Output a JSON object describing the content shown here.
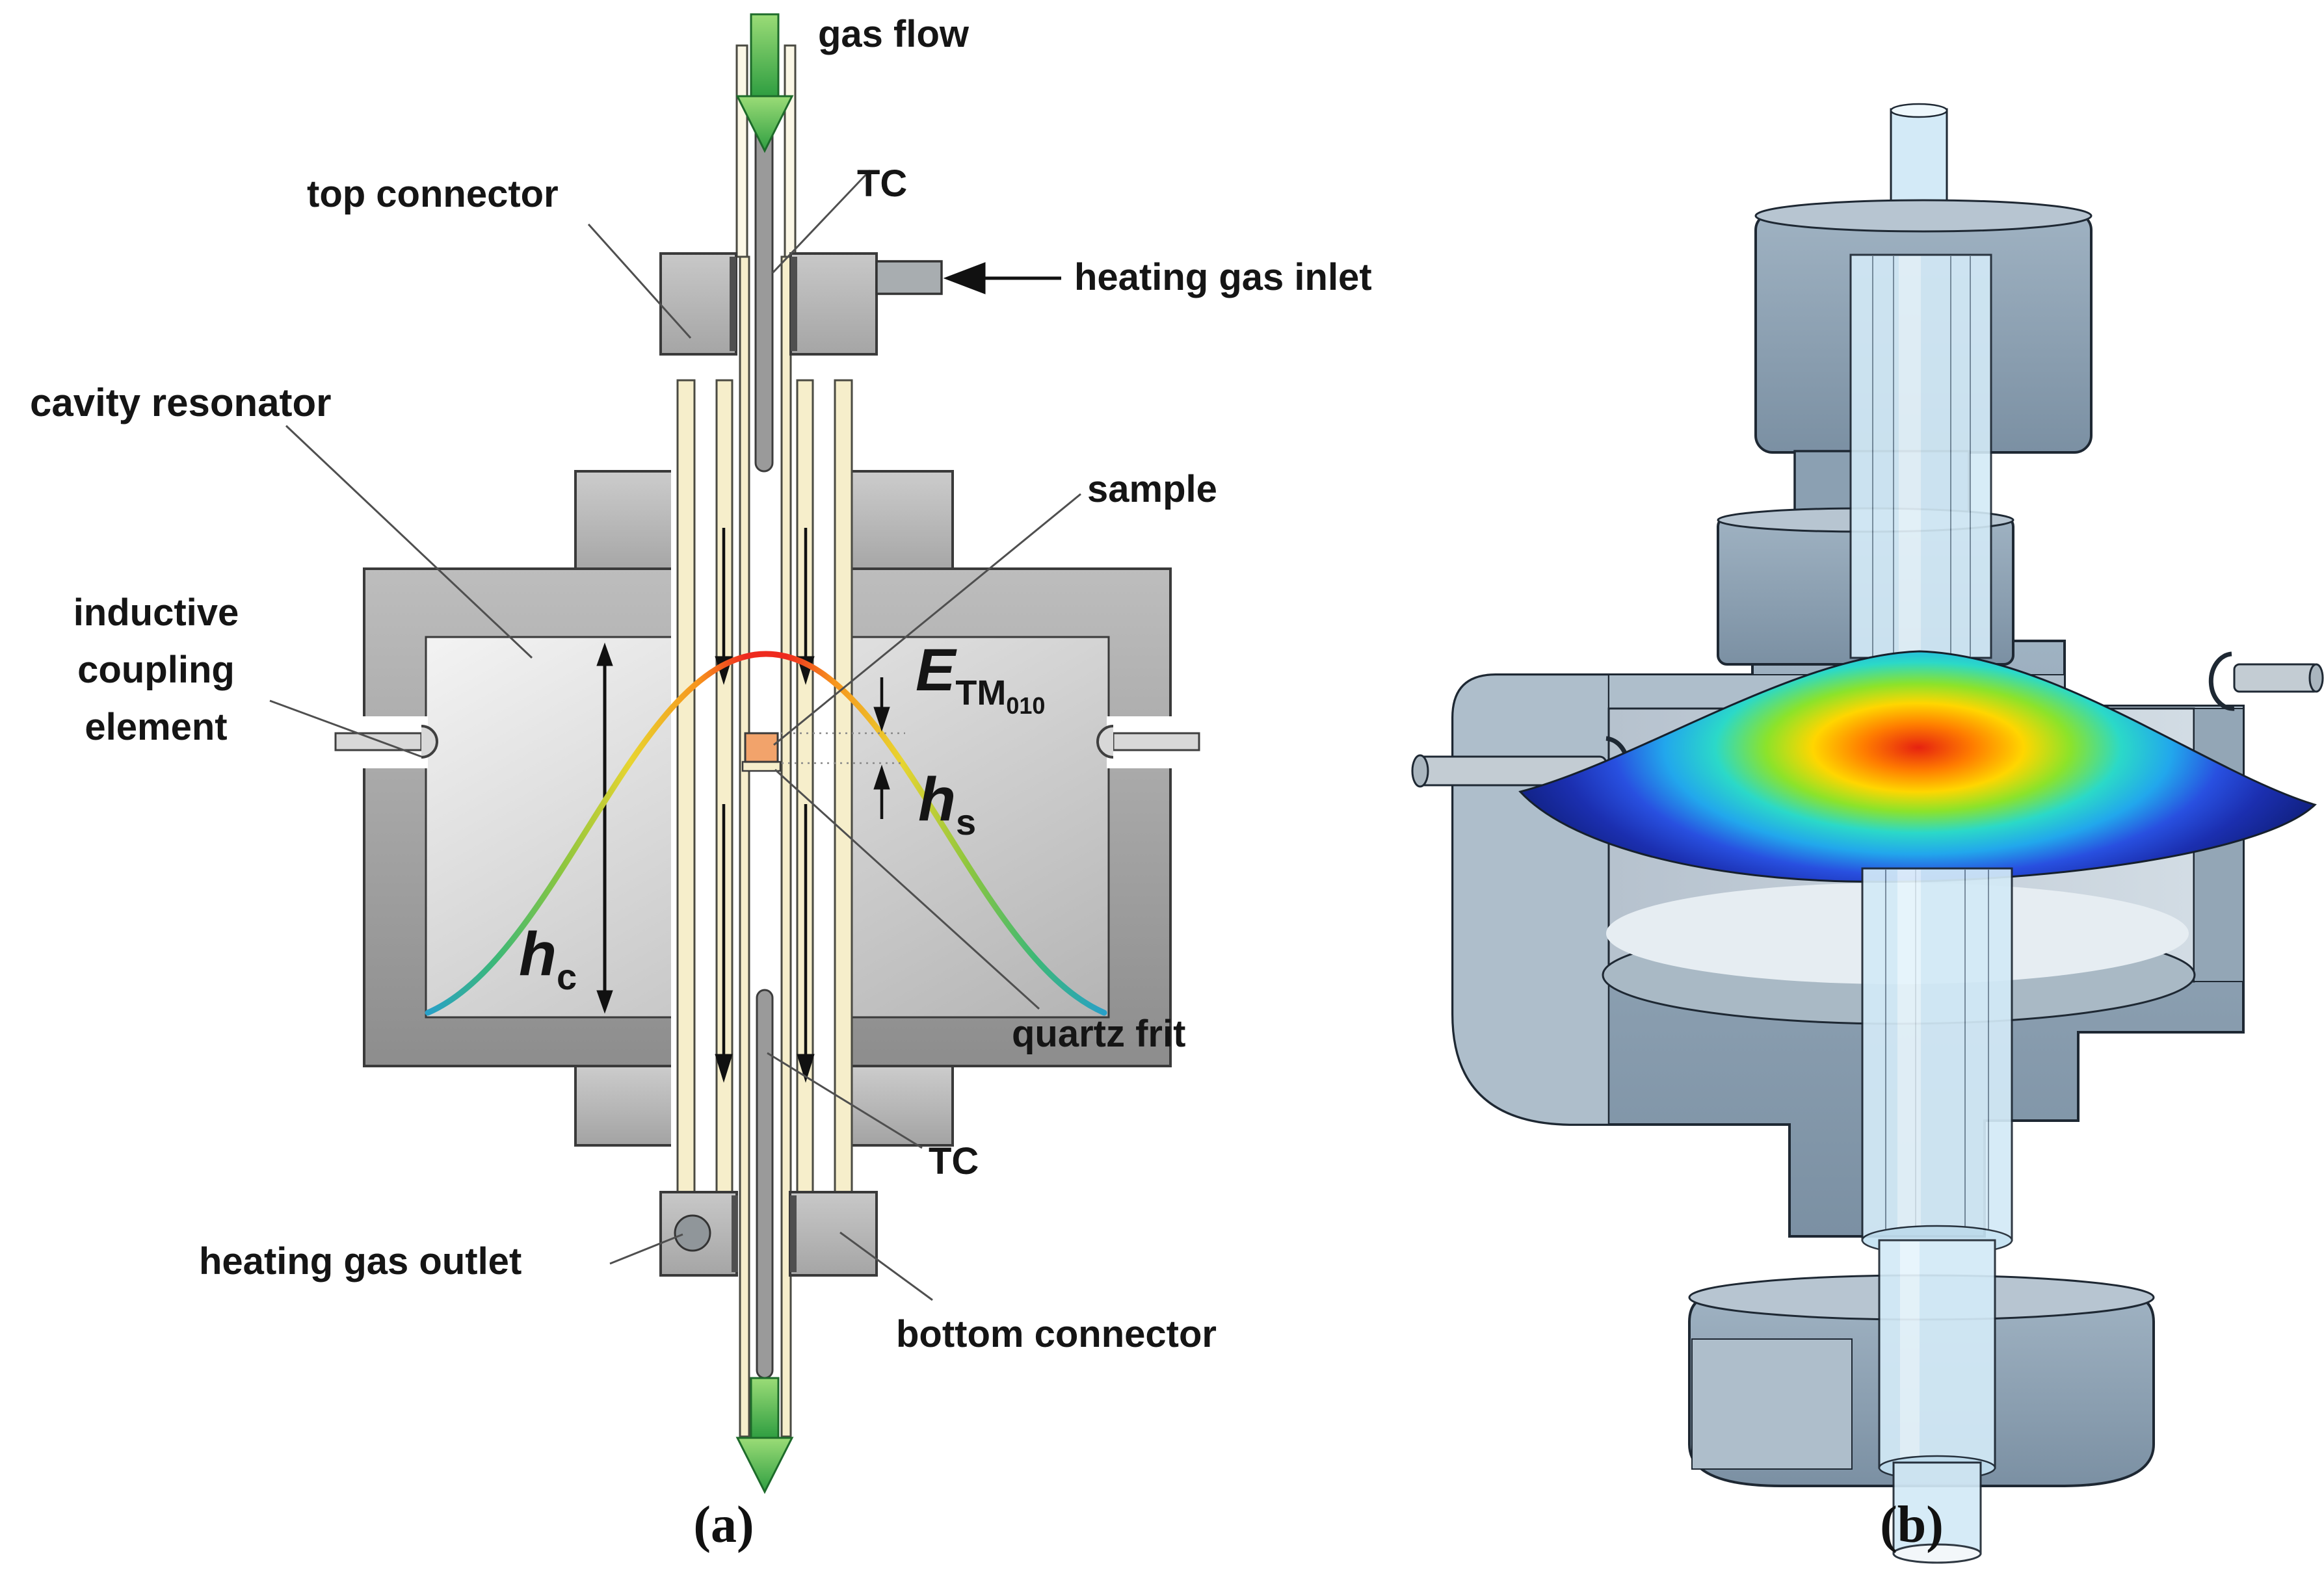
{
  "figure": {
    "captions": {
      "a": "(a)",
      "b": "(b)"
    },
    "panel_a": {
      "labels": {
        "gas_flow": "gas flow",
        "tc_top": "TC",
        "top_connector": "top connector",
        "heating_gas_inlet": "heating gas inlet",
        "cavity_resonator": "cavity resonator",
        "sample": "sample",
        "inductive_coupling_element": [
          "inductive",
          "coupling",
          "element"
        ],
        "e_field": {
          "symbol": "E",
          "sub": "TM",
          "subsub": "010"
        },
        "cavity_height": {
          "symbol": "h",
          "sub": "c"
        },
        "sample_height": {
          "symbol": "h",
          "sub": "s"
        },
        "quartz_frit": "quartz frit",
        "tc_bottom": "TC",
        "heating_gas_outlet": "heating gas outlet",
        "bottom_connector": "bottom connector"
      },
      "colors": {
        "gas_arrow_green": "#3fae49",
        "sample_orange": "#f2a36b",
        "quartz_cream": "#f6eecb",
        "metal_gray": "#b5b5b5",
        "field_curve_gradient": [
          "#28a0c8",
          "#3cb878",
          "#8dc63f",
          "#e8d430",
          "#f7941d",
          "#ee2a1e"
        ]
      }
    },
    "panel_b": {
      "colors": {
        "steel_blue_gray": "#8ca0b3",
        "glass_blue": "#d3eaf7",
        "field_dome_gradient": [
          "#e62210",
          "#ff7d00",
          "#ffd600",
          "#8ce32a",
          "#2bd9c8",
          "#22a7ec",
          "#2850e0",
          "#10207f"
        ]
      }
    }
  }
}
